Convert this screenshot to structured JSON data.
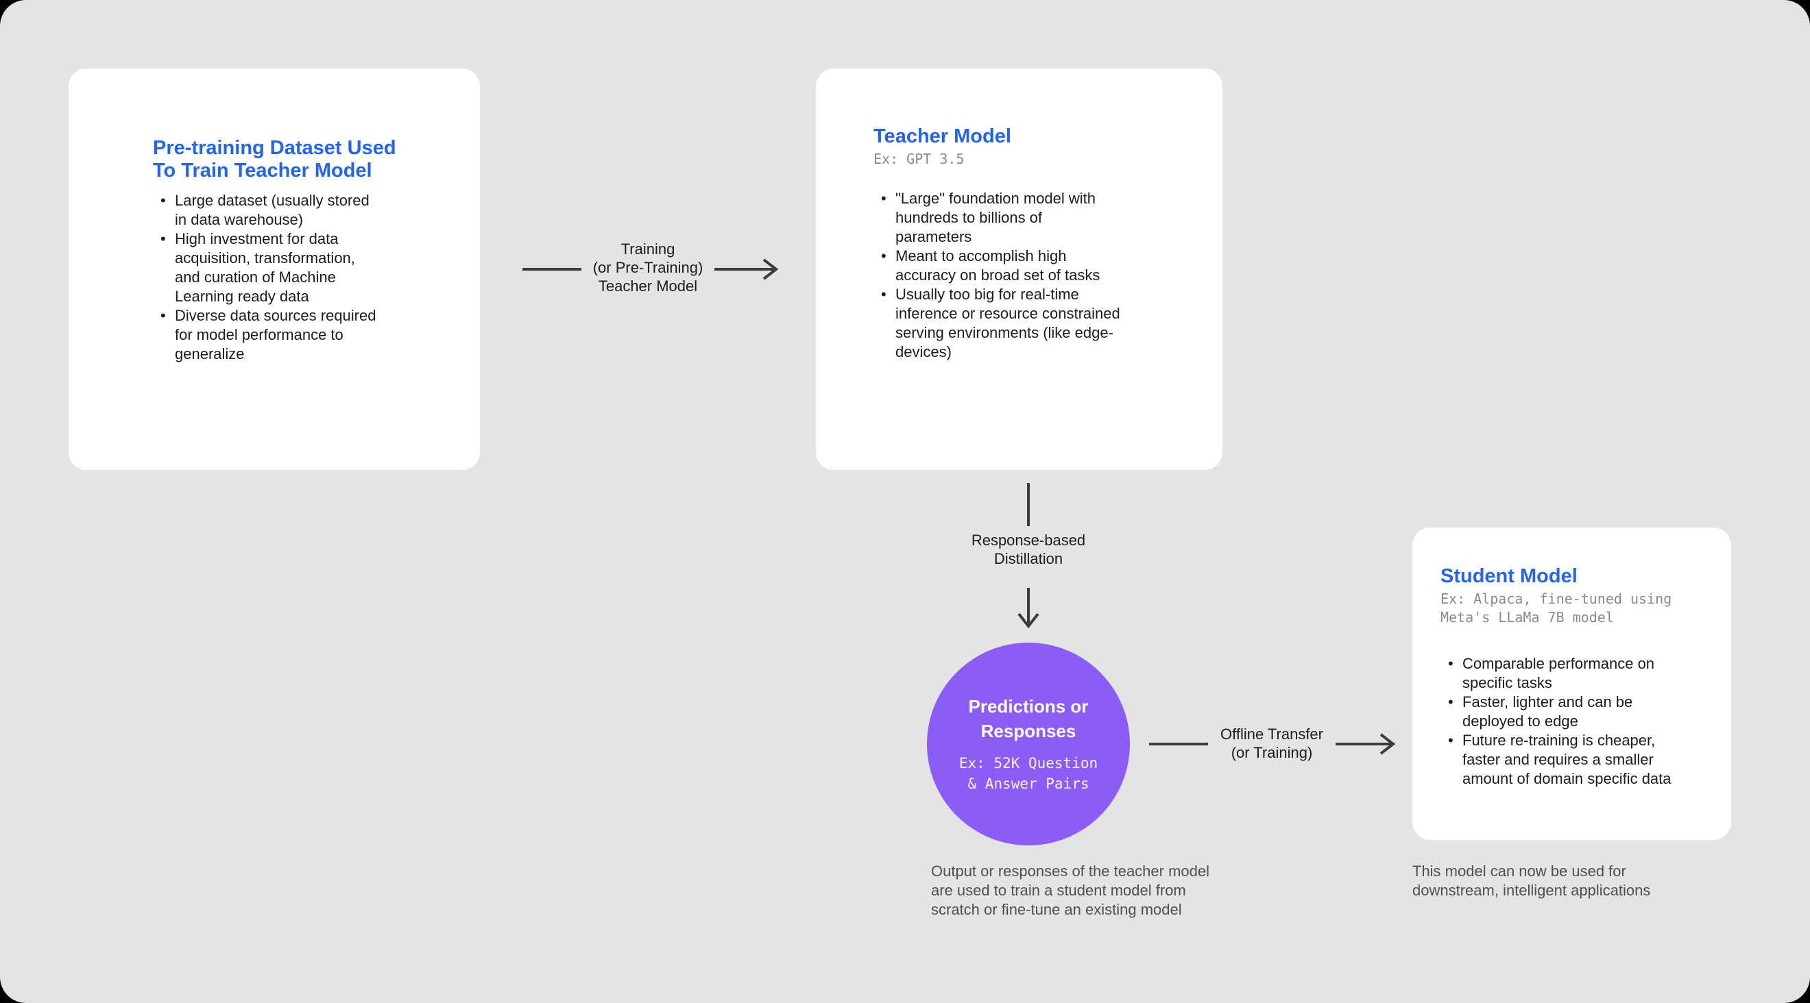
{
  "colors": {
    "background": "#e4e4e4",
    "card": "#ffffff",
    "accent_blue": "#2563eb",
    "circle_purple": "#8b5cf6",
    "arrow": "#3c3c3c",
    "body_text": "#1c1c1c",
    "mono_muted": "#8a8a8a",
    "caption_text": "#4f4f4f"
  },
  "cards": {
    "pretraining": {
      "title": "Pre-training Dataset Used\nTo Train Teacher Model",
      "bullets": [
        "Large dataset (usually stored\nin data warehouse)",
        "High investment for data\nacquisition, transformation,\nand curation of Machine\nLearning ready data",
        "Diverse data sources required\nfor model performance to\ngeneralize"
      ]
    },
    "teacher": {
      "title": "Teacher Model",
      "subtitle": "Ex: GPT 3.5",
      "bullets": [
        "\"Large\" foundation model with\nhundreds to billions of\nparameters",
        "Meant to accomplish high\naccuracy on broad set of tasks",
        "Usually too big for real-time\ninference or resource constrained\nserving environments (like edge-\ndevices)"
      ]
    },
    "student": {
      "title": "Student Model",
      "subtitle": "Ex: Alpaca, fine-tuned using\nMeta's LLaMa 7B model",
      "bullets": [
        "Comparable performance on\nspecific tasks",
        "Faster, lighter and can be\ndeployed to edge",
        "Future re-training is cheaper,\nfaster and requires a smaller\namount of domain specific data"
      ]
    }
  },
  "circle": {
    "title": "Predictions or\nResponses",
    "subtitle": "Ex: 52K Question\n& Answer Pairs"
  },
  "arrows": {
    "training": {
      "label": "Training\n(or Pre-Training)\nTeacher Model"
    },
    "distillation": {
      "label": "Response-based\nDistillation"
    },
    "offline": {
      "label": "Offline Transfer\n(or Training)"
    }
  },
  "captions": {
    "predictions": "Output or responses of the teacher model\nare used to train a student model from\nscratch or fine-tune an existing model",
    "student": "This model can now be used for\ndownstream, intelligent applications"
  }
}
